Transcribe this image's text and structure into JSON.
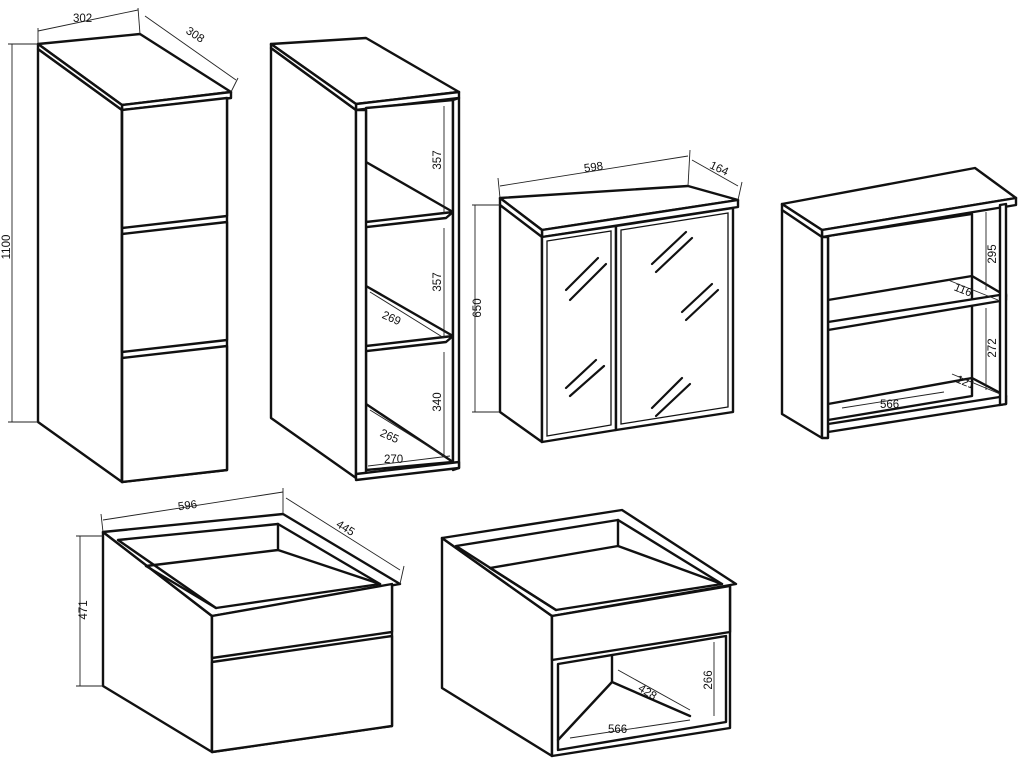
{
  "units": "mm",
  "colors": {
    "line": "#111111",
    "background": "#ffffff"
  },
  "modules": [
    {
      "id": "tall-cabinet",
      "dimensions": {
        "width": "302",
        "depth": "308",
        "height": "1100"
      }
    },
    {
      "id": "open-shelf-tower",
      "dimensions": {
        "shelf_height_top": "357",
        "shelf_height_middle": "357",
        "shelf_height_bottom": "340",
        "shelf_depth_middle": "269",
        "shelf_depth_bottom": "265",
        "inner_width": "270"
      }
    },
    {
      "id": "mirror-cabinet",
      "dimensions": {
        "width": "598",
        "depth": "164",
        "height": "650"
      }
    },
    {
      "id": "wall-shelf",
      "dimensions": {
        "shelf_height_top": "295",
        "shelf_depth_top": "116",
        "shelf_height_bottom": "272",
        "shelf_depth_bottom": "121",
        "inner_width": "566"
      }
    },
    {
      "id": "vanity-drawer-unit",
      "dimensions": {
        "width": "596",
        "depth": "445",
        "height": "471"
      }
    },
    {
      "id": "vanity-open-unit",
      "dimensions": {
        "open_height": "266",
        "open_depth": "428",
        "inner_width": "566"
      }
    }
  ]
}
